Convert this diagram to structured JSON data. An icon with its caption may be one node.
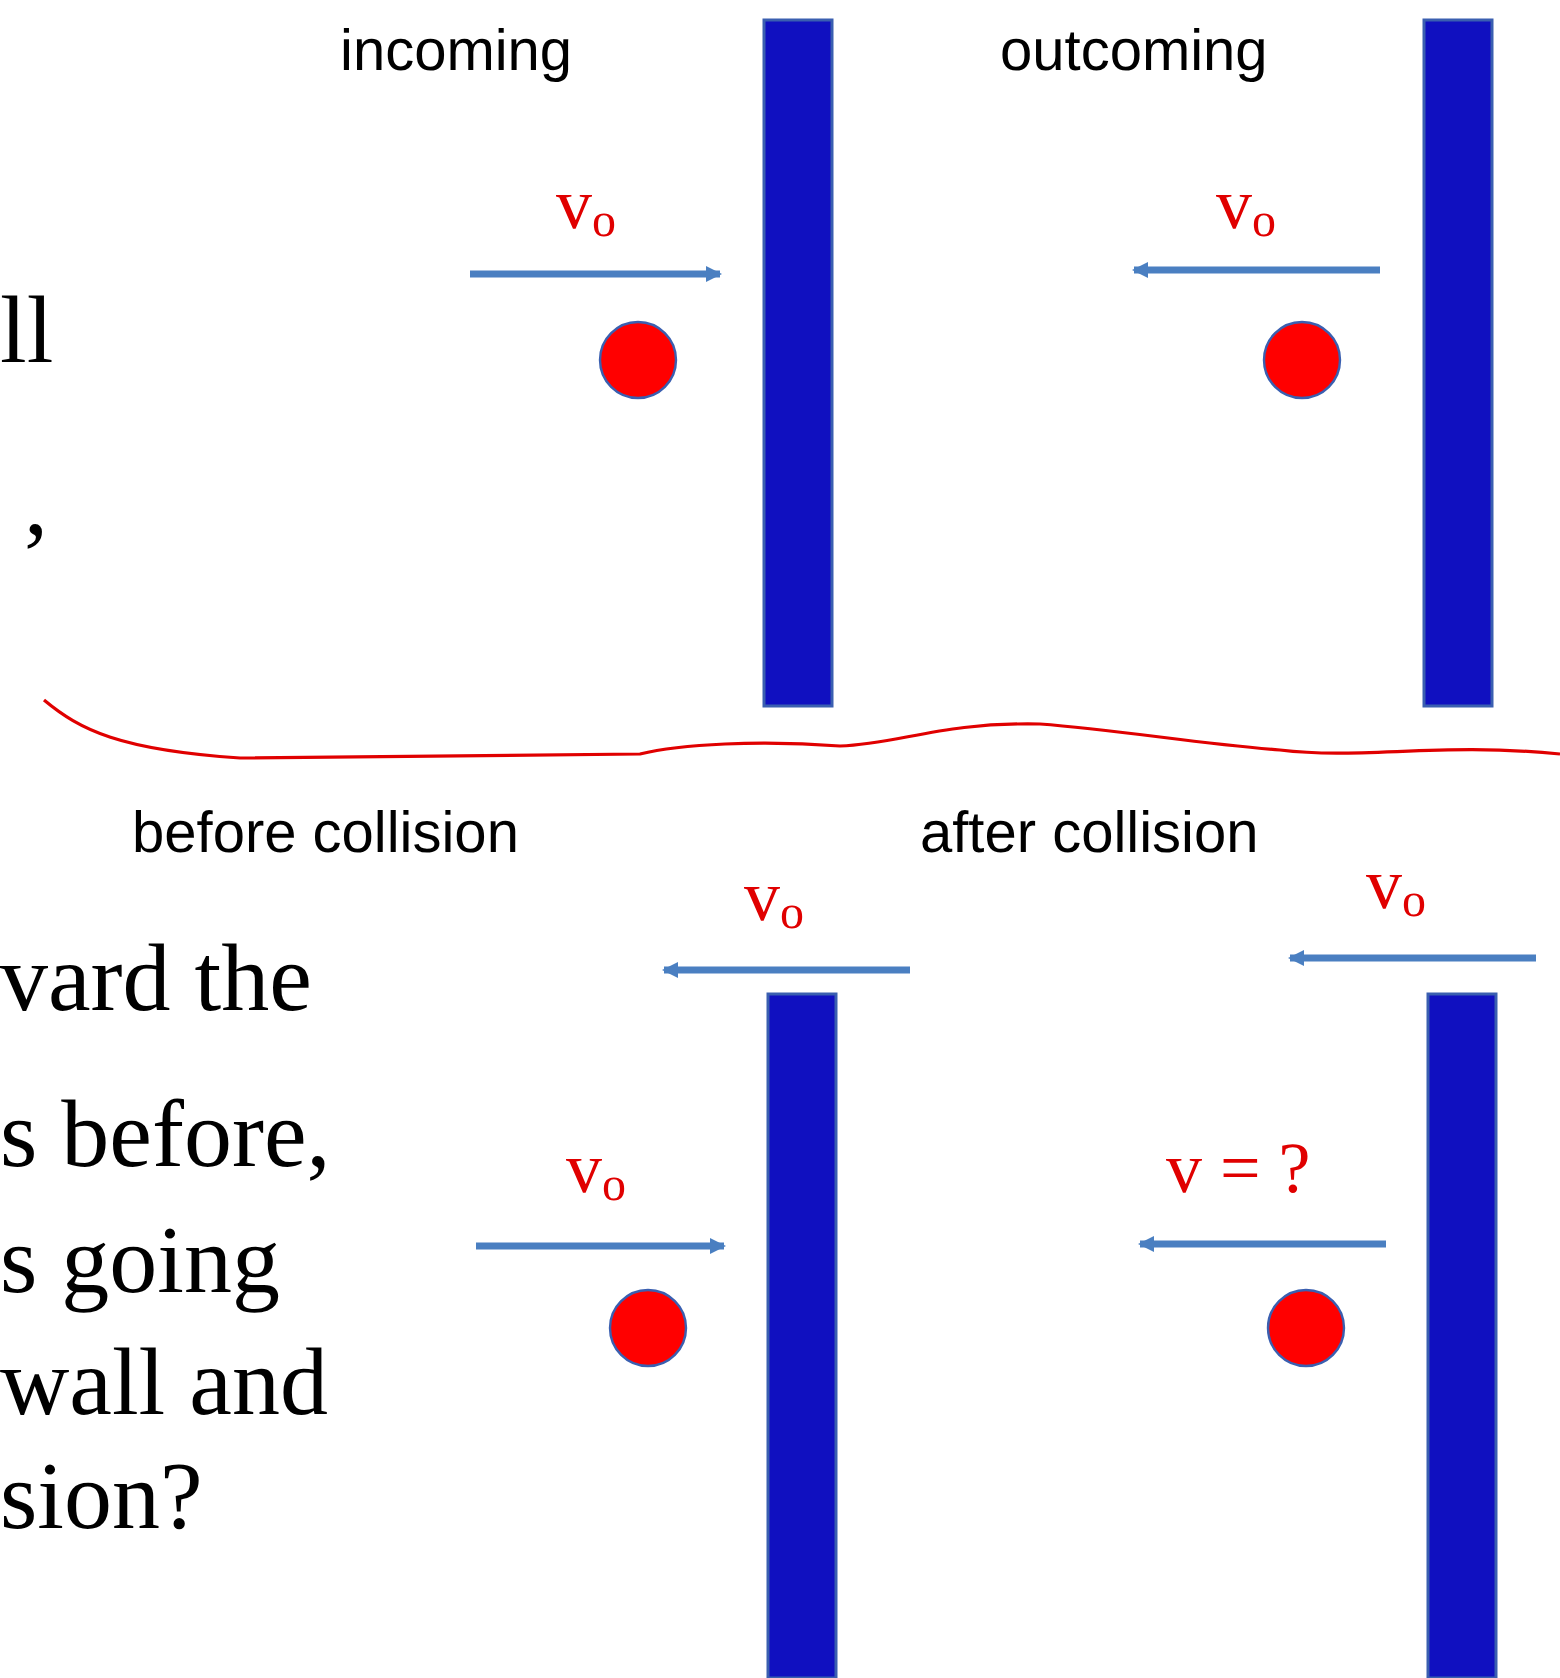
{
  "diagram": {
    "labels": [
      "incoming",
      "outcoming",
      "v$_{o}$",
      "v$_{o}$",
      "ll",
      ",",
      "before collision",
      "after collision",
      "v$_{o}$",
      "v$_{o}$",
      "vard the",
      "s before,",
      "v$_{o}$",
      "v = ?",
      "s going",
      "wall and",
      "sion?"
    ]
  }
}
